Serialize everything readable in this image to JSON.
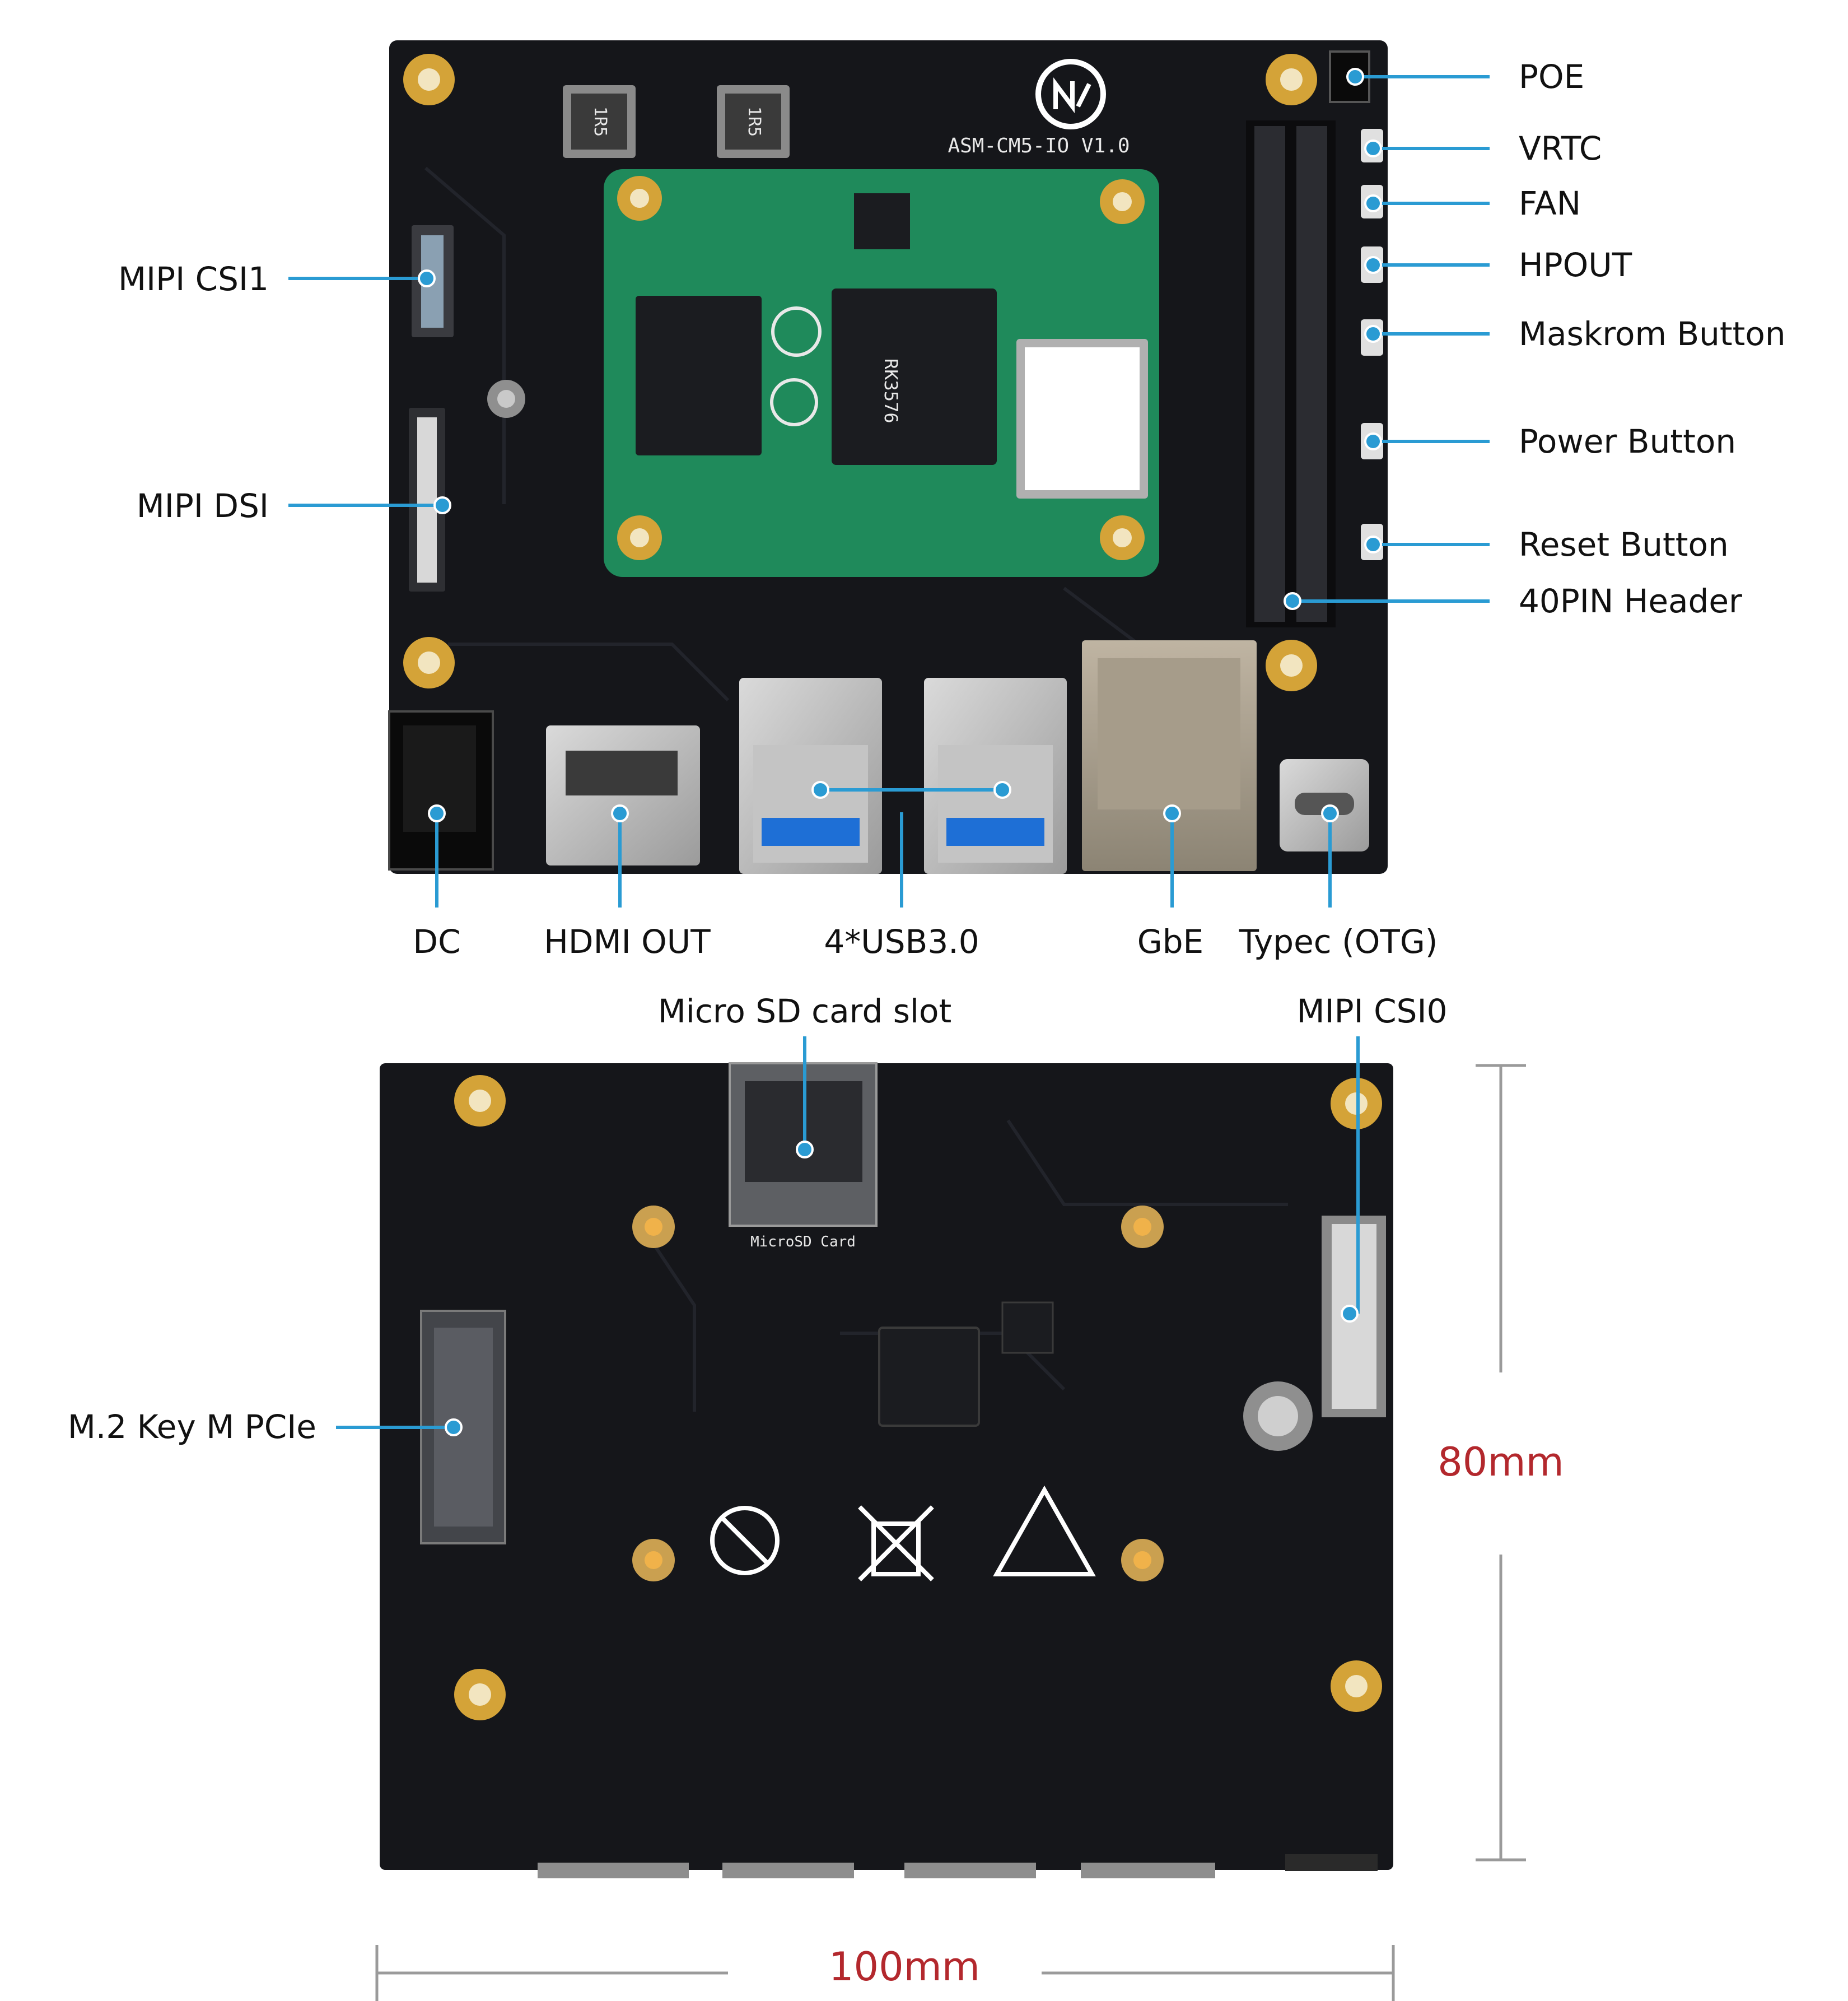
{
  "colors": {
    "pcb": "#15161a",
    "pcb_trace": "#1f2026",
    "module": "#1f8a5b",
    "module_dark": "#176e48",
    "gold": "#d4a338",
    "callout": "#2a9bd3",
    "dimension_red": "#b3282d",
    "dimension_gray": "#9a9a9a"
  },
  "top_view": {
    "silkscreen": {
      "board_name": "ASM-CM5-IO V1.0",
      "inductor_code": "1R5",
      "chip_marking": "RK3576"
    },
    "left_labels": [
      "MIPI CSI1",
      "MIPI DSI"
    ],
    "right_labels": [
      "POE",
      "VRTC",
      "FAN",
      "HPOUT",
      "Maskrom Button",
      "Power Button",
      "Reset Button",
      "40PIN Header"
    ],
    "bottom_labels": [
      "DC",
      "HDMI OUT",
      "4*USB3.0",
      "GbE",
      "Typec (OTG)"
    ]
  },
  "bottom_view": {
    "silkscreen": {
      "sd_slot": "MicroSD Card"
    },
    "top_labels": [
      "Micro SD card slot",
      "MIPI CSI0"
    ],
    "left_labels": [
      "M.2 Key M PCIe"
    ]
  },
  "dimensions": {
    "height": "80mm",
    "width": "100mm"
  }
}
